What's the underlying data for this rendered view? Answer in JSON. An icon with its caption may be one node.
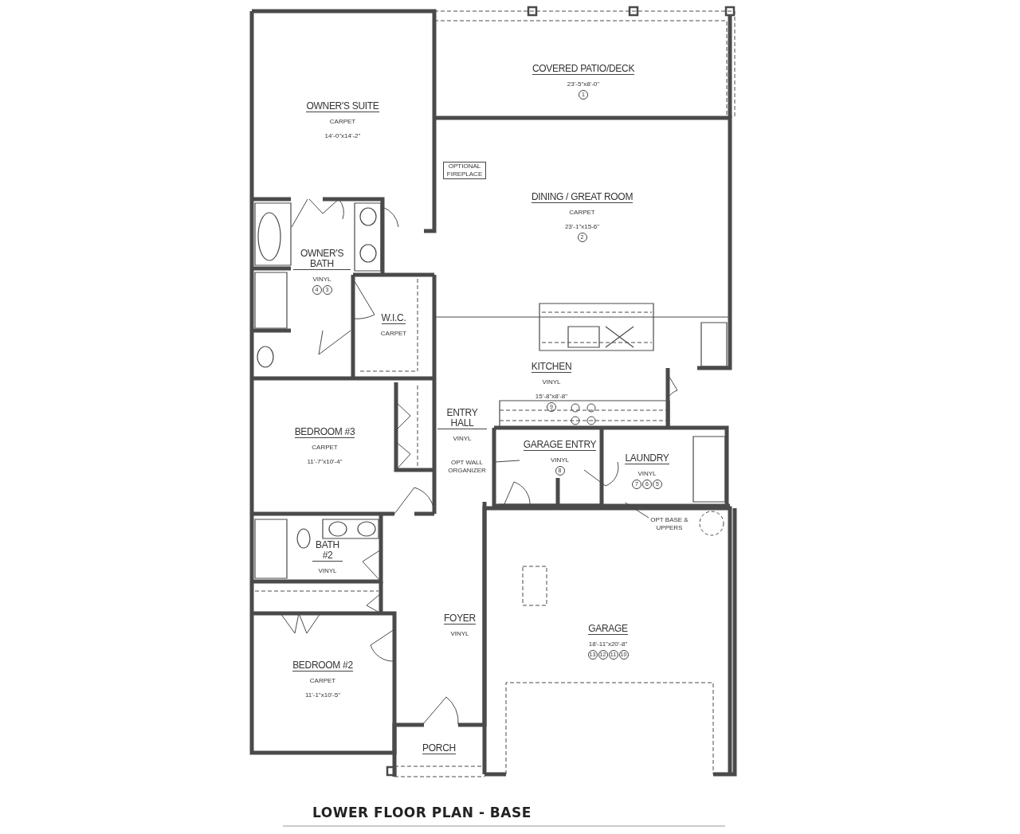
{
  "diagram": {
    "title": "LOWER FLOOR PLAN - BASE",
    "nodes": [
      {
        "text": [
          "OWNER'S SUITE",
          "CARPET",
          "14'-0\"x14'-2\""
        ]
      },
      {
        "text": [
          "COVERED PATIO/DECK",
          "23'-5\"x8'-0\""
        ]
      },
      {
        "text": [
          "1"
        ],
        "in": 1
      },
      {
        "text": [
          "OPTIONAL FIREPLACE"
        ]
      },
      {
        "text": [
          "DINING / GREAT ROOM",
          "CARPET",
          "23'-1\"x15-6\""
        ]
      },
      {
        "text": [
          "2"
        ],
        "in": 4
      },
      {
        "text": [
          "OWNER'S BATH",
          "VINYL"
        ]
      },
      {
        "text": [
          "4"
        ],
        "in": 6
      },
      {
        "text": [
          "3"
        ],
        "in": 6
      },
      {
        "text": [
          "W.I.C.",
          "CARPET"
        ]
      },
      {
        "text": [
          "KITCHEN",
          "VINYL",
          "15'-8\"x8'-8\""
        ]
      },
      {
        "text": [
          "9"
        ],
        "in": 10
      },
      {
        "text": [
          "BEDROOM #3",
          "CARPET",
          "11'-7\"x10'-4\""
        ]
      },
      {
        "text": [
          "ENTRY HALL",
          "VINYL"
        ]
      },
      {
        "text": [
          "GARAGE ENTRY",
          "VINYL"
        ]
      },
      {
        "text": [
          "8"
        ],
        "in": 14
      },
      {
        "text": [
          "LAUNDRY",
          "VINYL"
        ]
      },
      {
        "text": [
          "7"
        ],
        "in": 16
      },
      {
        "text": [
          "6"
        ],
        "in": 16
      },
      {
        "text": [
          "5"
        ],
        "in": 16
      },
      {
        "text": [
          "OPT WALL ORGANIZER"
        ]
      },
      {
        "text": [
          "OPT BASE & UPPERS"
        ]
      },
      {
        "text": [
          "BATH #2",
          "VINYL"
        ]
      },
      {
        "text": [
          "FOYER",
          "VINYL"
        ]
      },
      {
        "text": [
          "GARAGE",
          "18'-11\"x20'-8\""
        ]
      },
      {
        "text": [
          "13"
        ],
        "in": 24
      },
      {
        "text": [
          "12"
        ],
        "in": 24
      },
      {
        "text": [
          "11"
        ],
        "in": 24
      },
      {
        "text": [
          "10"
        ],
        "in": 24
      },
      {
        "text": [
          "BEDROOM #2",
          "CARPET",
          "11'-1\"x10'-5\""
        ]
      },
      {
        "text": [
          "PORCH"
        ]
      }
    ],
    "edges": [
      {
        "from": 20,
        "to": 14,
        "arrow": "none"
      },
      {
        "from": 21,
        "to": 16,
        "arrow": "none"
      }
    ]
  }
}
